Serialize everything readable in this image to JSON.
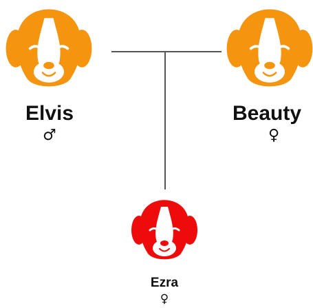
{
  "colors": {
    "parent_coat": "#f5940f",
    "child_coat": "#ee0b0b",
    "line": "#555555"
  },
  "parents": [
    {
      "name": "Elvis",
      "gender_symbol": "♂",
      "icon": "dog-head-icon"
    },
    {
      "name": "Beauty",
      "gender_symbol": "♀",
      "icon": "dog-head-icon"
    }
  ],
  "child": {
    "name": "Ezra",
    "gender_symbol": "♀",
    "icon": "dog-head-icon"
  }
}
